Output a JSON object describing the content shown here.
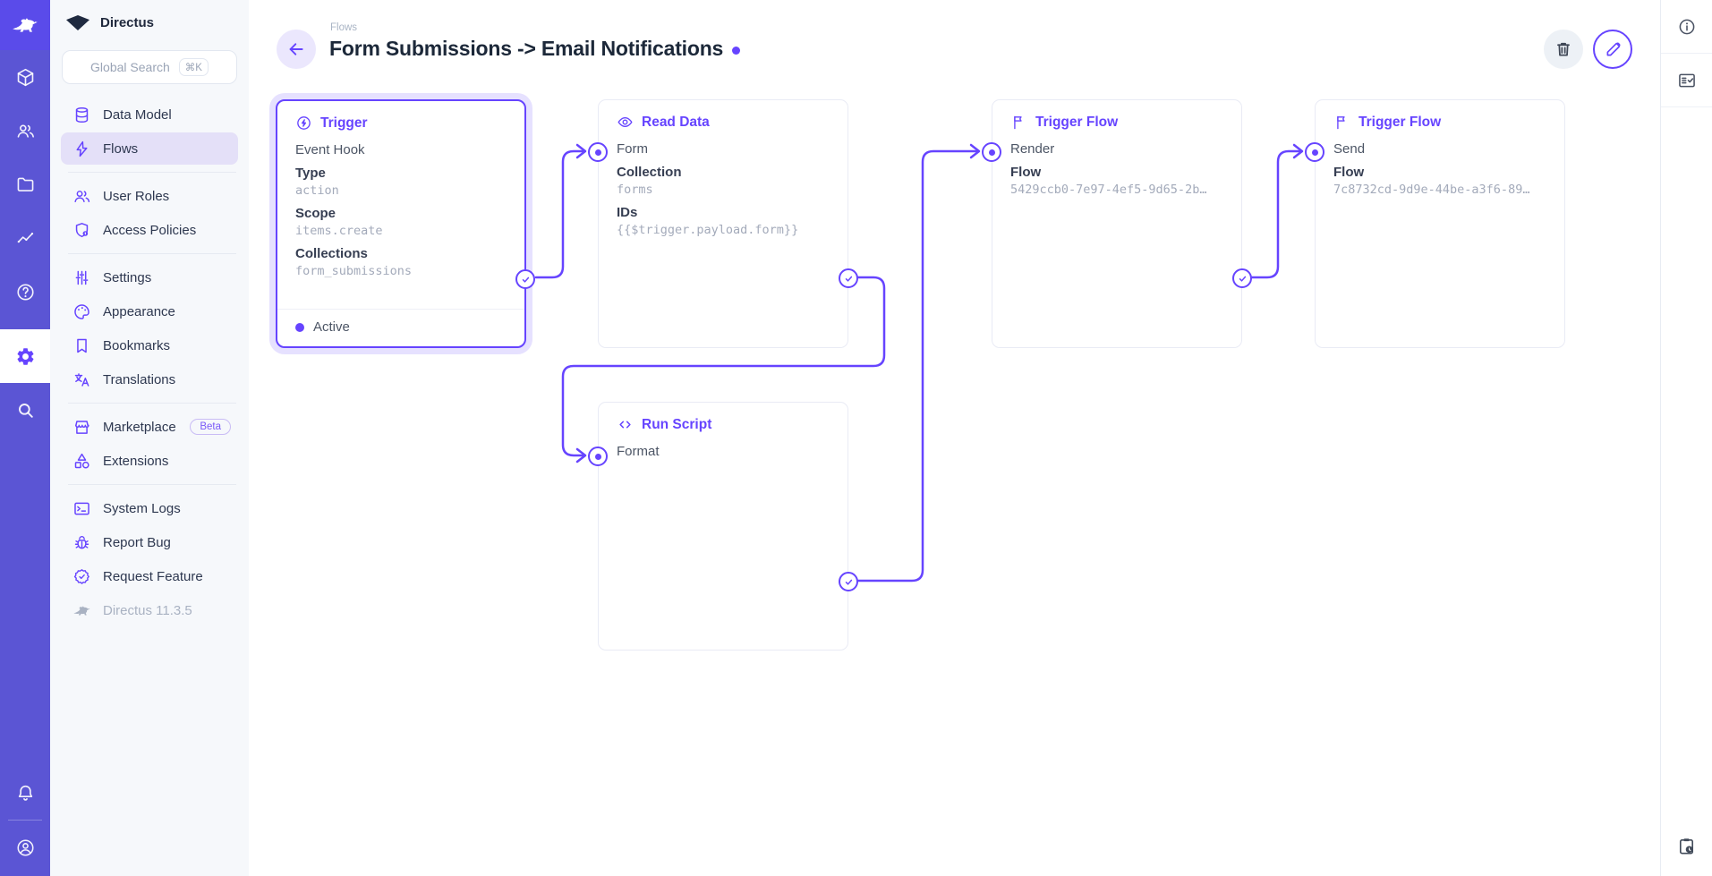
{
  "theme": {
    "accent": "#6644FF",
    "rail_bg": "#5b55d4",
    "rail_logo_bg": "#5a4bea",
    "sidebar_bg": "#f6f8fb",
    "nav_active_bg": "#e4e0f8",
    "title_color": "#1c2839",
    "mono_value_color": "#a3aaba"
  },
  "app": {
    "project_name": "Directus",
    "version_label": "Directus 11.3.5"
  },
  "module_rail": {
    "items": [
      "content",
      "users",
      "files",
      "insights",
      "help",
      "settings",
      "search"
    ],
    "active": "settings",
    "bottom": [
      "notifications",
      "account"
    ]
  },
  "sidebar": {
    "search": {
      "placeholder": "Global Search",
      "shortcut": "⌘K"
    },
    "groups": [
      {
        "items": [
          {
            "label": "Data Model",
            "icon": "database"
          },
          {
            "label": "Flows",
            "icon": "bolt",
            "active": true
          }
        ]
      },
      {
        "items": [
          {
            "label": "User Roles",
            "icon": "users"
          },
          {
            "label": "Access Policies",
            "icon": "shield-lock"
          }
        ]
      },
      {
        "items": [
          {
            "label": "Settings",
            "icon": "tune"
          },
          {
            "label": "Appearance",
            "icon": "palette"
          },
          {
            "label": "Bookmarks",
            "icon": "bookmark"
          },
          {
            "label": "Translations",
            "icon": "translate"
          }
        ]
      },
      {
        "items": [
          {
            "label": "Marketplace",
            "icon": "storefront",
            "badge": "Beta"
          },
          {
            "label": "Extensions",
            "icon": "category"
          }
        ]
      },
      {
        "items": [
          {
            "label": "System Logs",
            "icon": "terminal"
          },
          {
            "label": "Report Bug",
            "icon": "bug"
          },
          {
            "label": "Request Feature",
            "icon": "seal-check"
          }
        ]
      }
    ]
  },
  "header": {
    "breadcrumb": "Flows",
    "title": "Form Submissions -> Email Notifications",
    "buttons": [
      "back",
      "delete",
      "edit"
    ]
  },
  "flow": {
    "panels": {
      "trigger": {
        "title": "Trigger",
        "subtitle": "Event Hook",
        "fields": [
          {
            "label": "Type",
            "value": "action"
          },
          {
            "label": "Scope",
            "value": "items.create"
          },
          {
            "label": "Collections",
            "value": "form_submissions"
          }
        ],
        "status": "Active"
      },
      "read_data": {
        "title": "Read Data",
        "name": "Form",
        "fields": [
          {
            "label": "Collection",
            "value": "forms"
          },
          {
            "label": "IDs",
            "value": "{{$trigger.payload.form}}"
          }
        ]
      },
      "trigger_flow_render": {
        "title": "Trigger Flow",
        "name": "Render",
        "fields": [
          {
            "label": "Flow",
            "value": "5429ccb0-7e97-4ef5-9d65-2b…"
          }
        ]
      },
      "trigger_flow_send": {
        "title": "Trigger Flow",
        "name": "Send",
        "fields": [
          {
            "label": "Flow",
            "value": "7c8732cd-9d9e-44be-a3f6-89…"
          }
        ]
      },
      "run_script": {
        "title": "Run Script",
        "name": "Format"
      }
    }
  },
  "right_sidebar": {
    "sections": [
      "information",
      "logs"
    ],
    "notices": "notices"
  }
}
